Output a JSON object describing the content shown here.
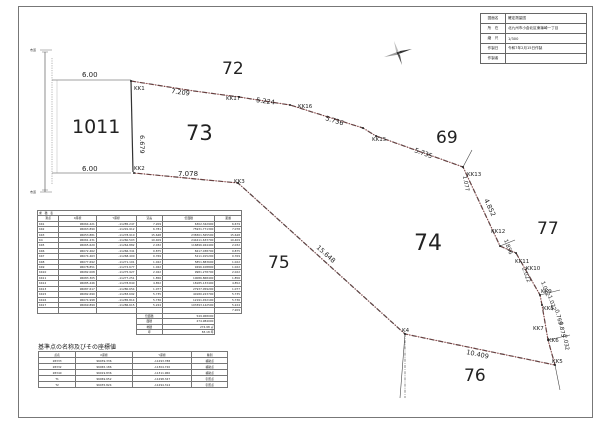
{
  "info_table": {
    "rows": [
      {
        "label": "図面名",
        "value": "確定測量図"
      },
      {
        "label": "所　在",
        "value": "北九州市小倉北区東篠崎一丁目"
      },
      {
        "label": "縮　尺",
        "value": "1/300"
      },
      {
        "label": "作製日",
        "value": "令和7年2月15日作製"
      },
      {
        "label": "作製者",
        "value": ""
      }
    ]
  },
  "parcels": {
    "p1011": "1011",
    "p73": "73",
    "p72": "72",
    "p69": "69",
    "p74": "74",
    "p75": "75",
    "p76": "76",
    "p77": "77"
  },
  "points": {
    "kk1": "KK1",
    "kk2": "KK2",
    "kk3": "KK3",
    "k4": "K4",
    "kk5": "KK5",
    "kk6": "KK6",
    "kk7": "KK7",
    "kk8": "KK8",
    "kk9": "KK9",
    "kk10": "KK10",
    "kk11": "KK11",
    "kk12": "KK12",
    "kk13": "KK13",
    "kk15": "KK15",
    "kk16": "KK16",
    "kk17": "KK17"
  },
  "dimensions": {
    "road_top": "6.00",
    "road_bottom": "6.00",
    "kk1_kk2": "6.679",
    "kk1_kk17": "7.209",
    "kk17_kk16": "5.224",
    "kk16_kk15": "5.736",
    "kk15_kk13": "5.735",
    "kk13_kk12": "4.852",
    "kk13_b": "1.077",
    "kk12_kk11": "1.856",
    "kk11_kk10": "2.022",
    "kk10_kk9": "1.022",
    "kk9_kk8": "1.022",
    "kk8_kk7": "0.769",
    "kk7_kk6": "0.875",
    "kk6_kk5": "2.032",
    "kk5_k4": "10.409",
    "k4_kk3": "15.648",
    "kk3_kk2": "7.078"
  },
  "coords_table": {
    "title": "求　積　表",
    "headers": [
      "測点",
      "X座標",
      "Y座標",
      "辺長",
      "倍面積",
      "距離"
    ],
    "rows": [
      [
        "KK1",
        "96064.421",
        "-11285.247",
        "7.209",
        "6302.342900",
        "6.679"
      ],
      [
        "KK2",
        "96063.890",
        "-11291.912",
        "6.781",
        "75931.771300",
        "7.078"
      ],
      [
        "KK3",
        "96053.881",
        "-11278.910",
        "15.648",
        "238301.565500",
        "15.648"
      ],
      [
        "K4",
        "96061.231",
        "-11260.503",
        "10.409",
        "244411.633700",
        "10.409"
      ],
      [
        "KK5",
        "96065.620",
        "-11264.882",
        "2.032",
        "116896.944400",
        "2.032"
      ],
      [
        "KK6",
        "96072.462",
        "-11266.341",
        "0.875",
        "8417.038700",
        "0.875"
      ],
      [
        "KK7",
        "96074.463",
        "-11268.400",
        "0.769",
        "5211.915200",
        "0.769"
      ],
      [
        "KK8",
        "96077.692",
        "-11271.101",
        "1.022",
        "5851.883600",
        "1.022"
      ],
      [
        "KK9",
        "96078.851",
        "-11272.677",
        "1.022",
        "9496.108800",
        "1.022"
      ],
      [
        "KK10",
        "96082.008",
        "-11275.927",
        "2.022",
        "9981.278700",
        "2.022"
      ],
      [
        "KK11",
        "96083.305",
        "-11277.251",
        "1.856",
        "10086.868400",
        "1.856"
      ],
      [
        "KK12",
        "96085.446",
        "-11278.840",
        "4.852",
        "18185.133400",
        "4.852"
      ],
      [
        "KK13",
        "96087.617",
        "-11280.654",
        "1.077",
        "27937.059200",
        "1.077"
      ],
      [
        "KK15",
        "96082.690",
        "-11283.692",
        "5.735",
        "40180.223700",
        "5.735"
      ],
      [
        "KK16",
        "96074.998",
        "-11285.814",
        "5.736",
        "12191.452100",
        "5.736"
      ],
      [
        "KK17",
        "96069.899",
        "-11286.615",
        "5.224",
        "103393.142500",
        "5.224"
      ],
      [
        "",
        "",
        "",
        "",
        "",
        "7.209"
      ]
    ],
    "summary": [
      {
        "label": "倍面積",
        "value": "549.968000"
      },
      {
        "label": "面積",
        "value": "274.984000"
      },
      {
        "label": "地積",
        "value": "274.98 ㎡"
      },
      {
        "label": "坪",
        "value": "83.18 坪"
      }
    ]
  },
  "reference_points": {
    "title": "基準点の名称及びその座標値",
    "headers": [
      "点名",
      "X座標",
      "Y座標",
      "種別"
    ],
    "rows": [
      [
        "28333",
        "96039.336",
        "-11293.788",
        "補助点"
      ],
      [
        "28332",
        "96065.186",
        "-11304.720",
        "補助点"
      ],
      [
        "28340",
        "96019.836",
        "-11311.960",
        "補助点"
      ],
      [
        "T1",
        "96069.652",
        "-11298.347",
        "引照点"
      ],
      [
        "T2",
        "96035.824",
        "-11294.314",
        "引照点"
      ]
    ]
  },
  "road_labels": {
    "top_left": "市道",
    "bottom_left": "市道"
  }
}
